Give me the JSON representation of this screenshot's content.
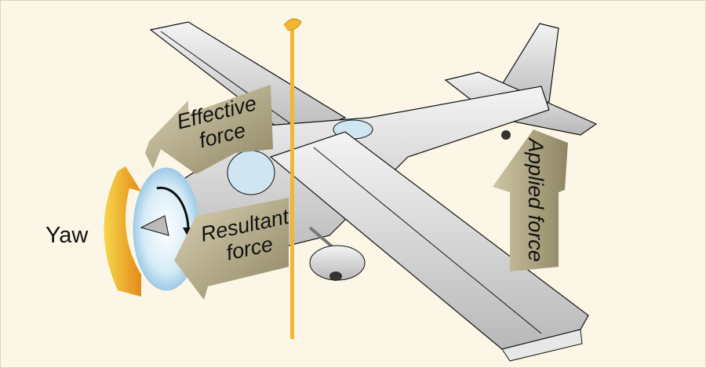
{
  "labels": {
    "yaw": "Yaw",
    "effective_force": [
      "Effective",
      "force"
    ],
    "resultant_force": [
      "Resultant",
      "force"
    ],
    "applied_force": "Applied force"
  },
  "colors": {
    "background": "#fcf6e6",
    "arrow_tan": "#b5ab8a",
    "yaw_orange": "#eea020",
    "axis_yellow": "#f2b632",
    "aircraft_gray": "#dcdcdc",
    "prop_disc_blue": "#bfe0f2"
  }
}
